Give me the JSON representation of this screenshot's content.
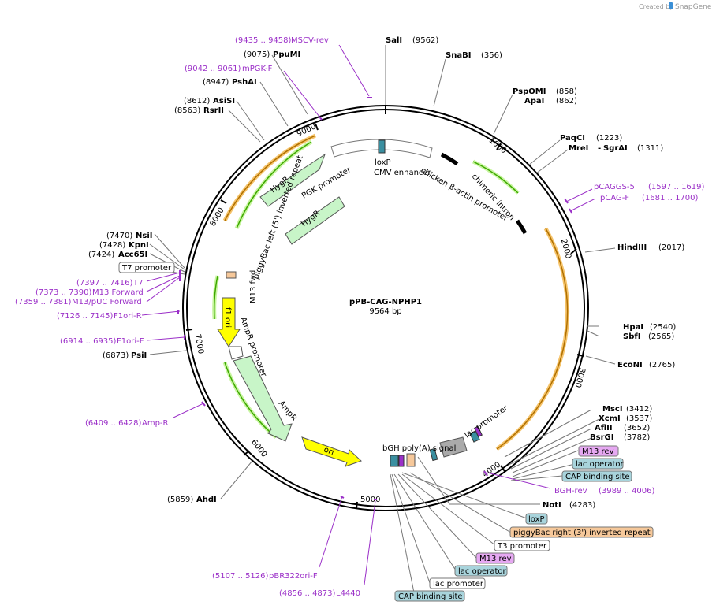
{
  "brand": {
    "created_by": "Created by",
    "product": "SnapGene"
  },
  "plasmid": {
    "name": "pPB-CAG-NPHP1",
    "length": "9564 bp",
    "total_bp": 9564
  },
  "colors": {
    "primer": "#9b30c8",
    "black": "#000000",
    "green_feature": "#c8f5c8",
    "yellow_feature": "#ffff00",
    "orange_arc": "#f5a623",
    "green_arc": "#3da800"
  },
  "ticks": [
    "1000",
    "2000",
    "3000",
    "4000",
    "5000",
    "6000",
    "7000",
    "8000",
    "9000"
  ],
  "enzymes": [
    {
      "name": "SalI",
      "pos": "(9562)"
    },
    {
      "name": "SnaBI",
      "pos": "(356)"
    },
    {
      "name": "PspOMI",
      "pos": "(858)"
    },
    {
      "name": "ApaI",
      "pos": "(862)"
    },
    {
      "name": "PaqCI",
      "pos": "(1223)"
    },
    {
      "name": "MreI",
      "pos": ""
    },
    {
      "name": "SgrAI",
      "pos": "(1311)"
    },
    {
      "name": "HindIII",
      "pos": "(2017)"
    },
    {
      "name": "HpaI",
      "pos": "(2540)"
    },
    {
      "name": "SbfI",
      "pos": "(2565)"
    },
    {
      "name": "EcoNI",
      "pos": "(2765)"
    },
    {
      "name": "MscI",
      "pos": "(3412)"
    },
    {
      "name": "XcmI",
      "pos": "(3537)"
    },
    {
      "name": "AflII",
      "pos": "(3652)"
    },
    {
      "name": "BsrGI",
      "pos": "(3782)"
    },
    {
      "name": "NotI",
      "pos": "(4283)"
    },
    {
      "name": "AhdI",
      "pos": "(5859)"
    },
    {
      "name": "PsiI",
      "pos": "(6873)"
    },
    {
      "name": "Acc65I",
      "pos": "(7424)"
    },
    {
      "name": "KpnI",
      "pos": "(7428)"
    },
    {
      "name": "NsiI",
      "pos": "(7470)"
    },
    {
      "name": "RsrII",
      "pos": "(8563)"
    },
    {
      "name": "AsiSI",
      "pos": "(8612)"
    },
    {
      "name": "PshAI",
      "pos": "(8947)"
    },
    {
      "name": "PpuMI",
      "pos": "(9075)"
    }
  ],
  "primers": [
    {
      "name": "MSCV-rev",
      "range": "(9435 .. 9458)"
    },
    {
      "name": "mPGK-F",
      "range": "(9042 .. 9061)"
    },
    {
      "name": "pCAGGS-5",
      "range": "(1597 .. 1619)"
    },
    {
      "name": "pCAG-F",
      "range": "(1681 .. 1700)"
    },
    {
      "name": "BGH-rev",
      "range": "(3989 .. 4006)"
    },
    {
      "name": "T7",
      "range": "(7397 .. 7416)"
    },
    {
      "name": "M13 Forward",
      "range": "(7373 .. 7390)"
    },
    {
      "name": "M13/pUC Forward",
      "range": "(7359 .. 7381)"
    },
    {
      "name": "F1ori-R",
      "range": "(7126 .. 7145)"
    },
    {
      "name": "F1ori-F",
      "range": "(6914 .. 6935)"
    },
    {
      "name": "Amp-R",
      "range": "(6409 .. 6428)"
    },
    {
      "name": "pBR322ori-F",
      "range": "(5107 .. 5126)"
    },
    {
      "name": "L4440",
      "range": "(4856 .. 4873)"
    }
  ],
  "boxed_labels": [
    {
      "name": "T7 promoter"
    },
    {
      "name": "M13 rev"
    },
    {
      "name": "lac operator"
    },
    {
      "name": "CAP binding site"
    },
    {
      "name": "loxP"
    },
    {
      "name": "piggyBac right (3') inverted repeat"
    },
    {
      "name": "T3 promoter"
    },
    {
      "name": "M13 rev"
    },
    {
      "name": "lac operator"
    },
    {
      "name": "lac promoter"
    },
    {
      "name": "CAP binding site"
    }
  ],
  "features": {
    "loxP": "loxP",
    "cmv": "CMV enhancer",
    "cba": "chicken β-actin promoter",
    "intron": "chimeric intron",
    "pgk": "PGK promoter",
    "pb_left": "piggyBac left (5') inverted repeat",
    "hygr1": "HygR",
    "hygr2": "HygR",
    "m13fwd": "M13 fwd",
    "f1ori": "f1 ori",
    "ampr_prom": "AmpR promoter",
    "ampr": "AmpR",
    "ori": "ori",
    "bgh": "bGH poly(A) signal",
    "lacprom": "lac promoter"
  }
}
